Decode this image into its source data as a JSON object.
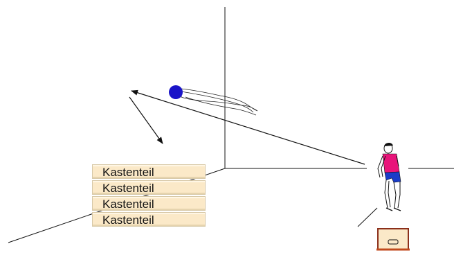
{
  "diagram": {
    "box_stack": {
      "parts": [
        {
          "label": "Kastenteil"
        },
        {
          "label": "Kastenteil"
        },
        {
          "label": "Kastenteil"
        },
        {
          "label": "Kastenteil"
        }
      ]
    },
    "colors": {
      "ball": "#1a14c8",
      "shirt": "#e8157a",
      "shorts": "#1a3cc8",
      "box_wood": "#fbe9c8",
      "springboard_frame": "#8b2f1a",
      "springboard_base": "#c04a1c",
      "lines": "#111111"
    },
    "icons": [
      "ball-icon",
      "gymnast-figure",
      "springboard-icon"
    ]
  }
}
